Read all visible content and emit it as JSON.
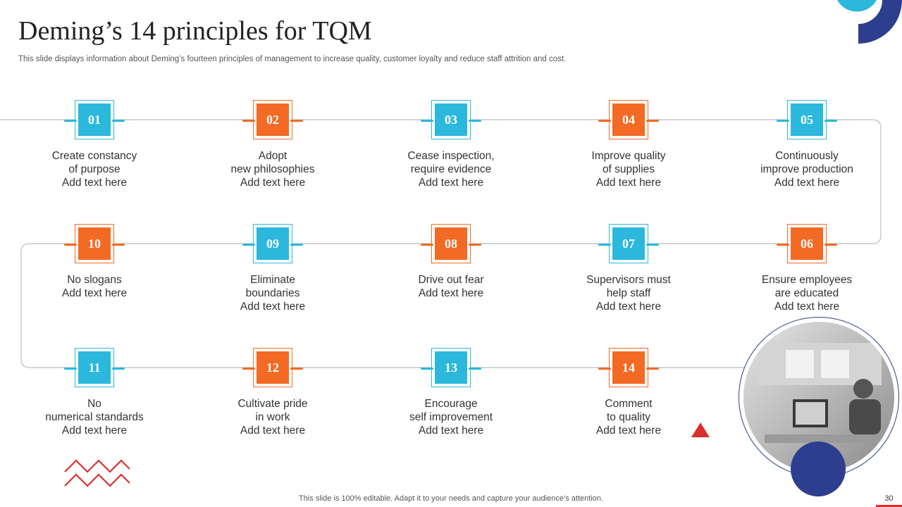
{
  "title": "Deming’s 14 principles for TQM",
  "subtitle": "This slide displays information about Deming’s fourteen principles of management to increase quality, customer loyalty and reduce staff attrition and cost.",
  "steps": [
    {
      "num": "01",
      "line1": "Create constancy",
      "line2": "of purpose",
      "line3": "Add text here",
      "color": "blue"
    },
    {
      "num": "02",
      "line1": "Adopt",
      "line2": "new philosophies",
      "line3": "Add text here",
      "color": "orange"
    },
    {
      "num": "03",
      "line1": "Cease inspection,",
      "line2": "require evidence",
      "line3": "Add text here",
      "color": "blue"
    },
    {
      "num": "04",
      "line1": "Improve quality",
      "line2": "of supplies",
      "line3": "Add text here",
      "color": "orange"
    },
    {
      "num": "05",
      "line1": "Continuously",
      "line2": "improve production",
      "line3": "Add text here",
      "color": "blue"
    },
    {
      "num": "06",
      "line1": "Ensure employees",
      "line2": "are educated",
      "line3": "Add text here",
      "color": "orange"
    },
    {
      "num": "07",
      "line1": "Supervisors must",
      "line2": "help staff",
      "line3": "Add text here",
      "color": "blue"
    },
    {
      "num": "08",
      "line1": "Drive out fear",
      "line2": "Add text here",
      "line3": "",
      "color": "orange"
    },
    {
      "num": "09",
      "line1": "Eliminate",
      "line2": "boundaries",
      "line3": "Add text here",
      "color": "blue"
    },
    {
      "num": "10",
      "line1": "No slogans",
      "line2": "Add text here",
      "line3": "",
      "color": "orange"
    },
    {
      "num": "11",
      "line1": "No",
      "line2": "numerical standards",
      "line3": "Add text here",
      "color": "blue"
    },
    {
      "num": "12",
      "line1": "Cultivate pride",
      "line2": "in work",
      "line3": "Add text here",
      "color": "orange"
    },
    {
      "num": "13",
      "line1": "Encourage",
      "line2": "self improvement",
      "line3": "Add text here",
      "color": "blue"
    },
    {
      "num": "14",
      "line1": "Comment",
      "line2": "to quality",
      "line3": "Add text here",
      "color": "orange"
    }
  ],
  "footer": "This slide is 100% editable. Adapt it to your needs and capture your audience’s attention.",
  "page_number": "30",
  "colors": {
    "blue": "#2bb8dc",
    "orange": "#f26a23",
    "navy": "#2d3e8f",
    "red": "#d9302c"
  },
  "photo": {
    "icon": "office-team-photo"
  }
}
